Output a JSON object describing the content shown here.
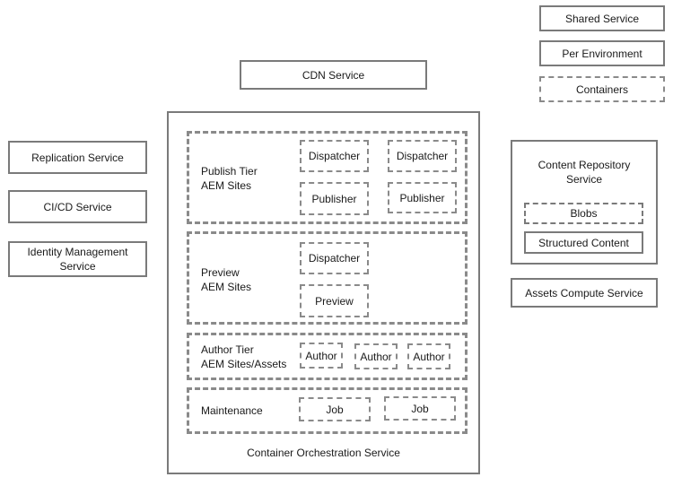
{
  "legend": {
    "shared": "Shared Service",
    "per_env": "Per Environment",
    "containers": "Containers"
  },
  "cdn": "CDN Service",
  "left_services": {
    "replication": "Replication Service",
    "cicd": "CI/CD Service",
    "identity": "Identity Management Service"
  },
  "right_services": {
    "content_repo": "Content Repository Service",
    "blobs": "Blobs",
    "structured": "Structured Content",
    "assets_compute": "Assets Compute Service"
  },
  "orchestration": {
    "label": "Container Orchestration Service",
    "publish": {
      "label_line1": "Publish Tier",
      "label_line2": "AEM Sites",
      "dispatcher": "Dispatcher",
      "publisher": "Publisher"
    },
    "preview": {
      "label_line1": "Preview",
      "label_line2": "AEM Sites",
      "dispatcher": "Dispatcher",
      "preview": "Preview"
    },
    "author": {
      "label_line1": "Author Tier",
      "label_line2": "AEM Sites/Assets",
      "author": "Author"
    },
    "maintenance": {
      "label": "Maintenance",
      "job": "Job"
    }
  }
}
